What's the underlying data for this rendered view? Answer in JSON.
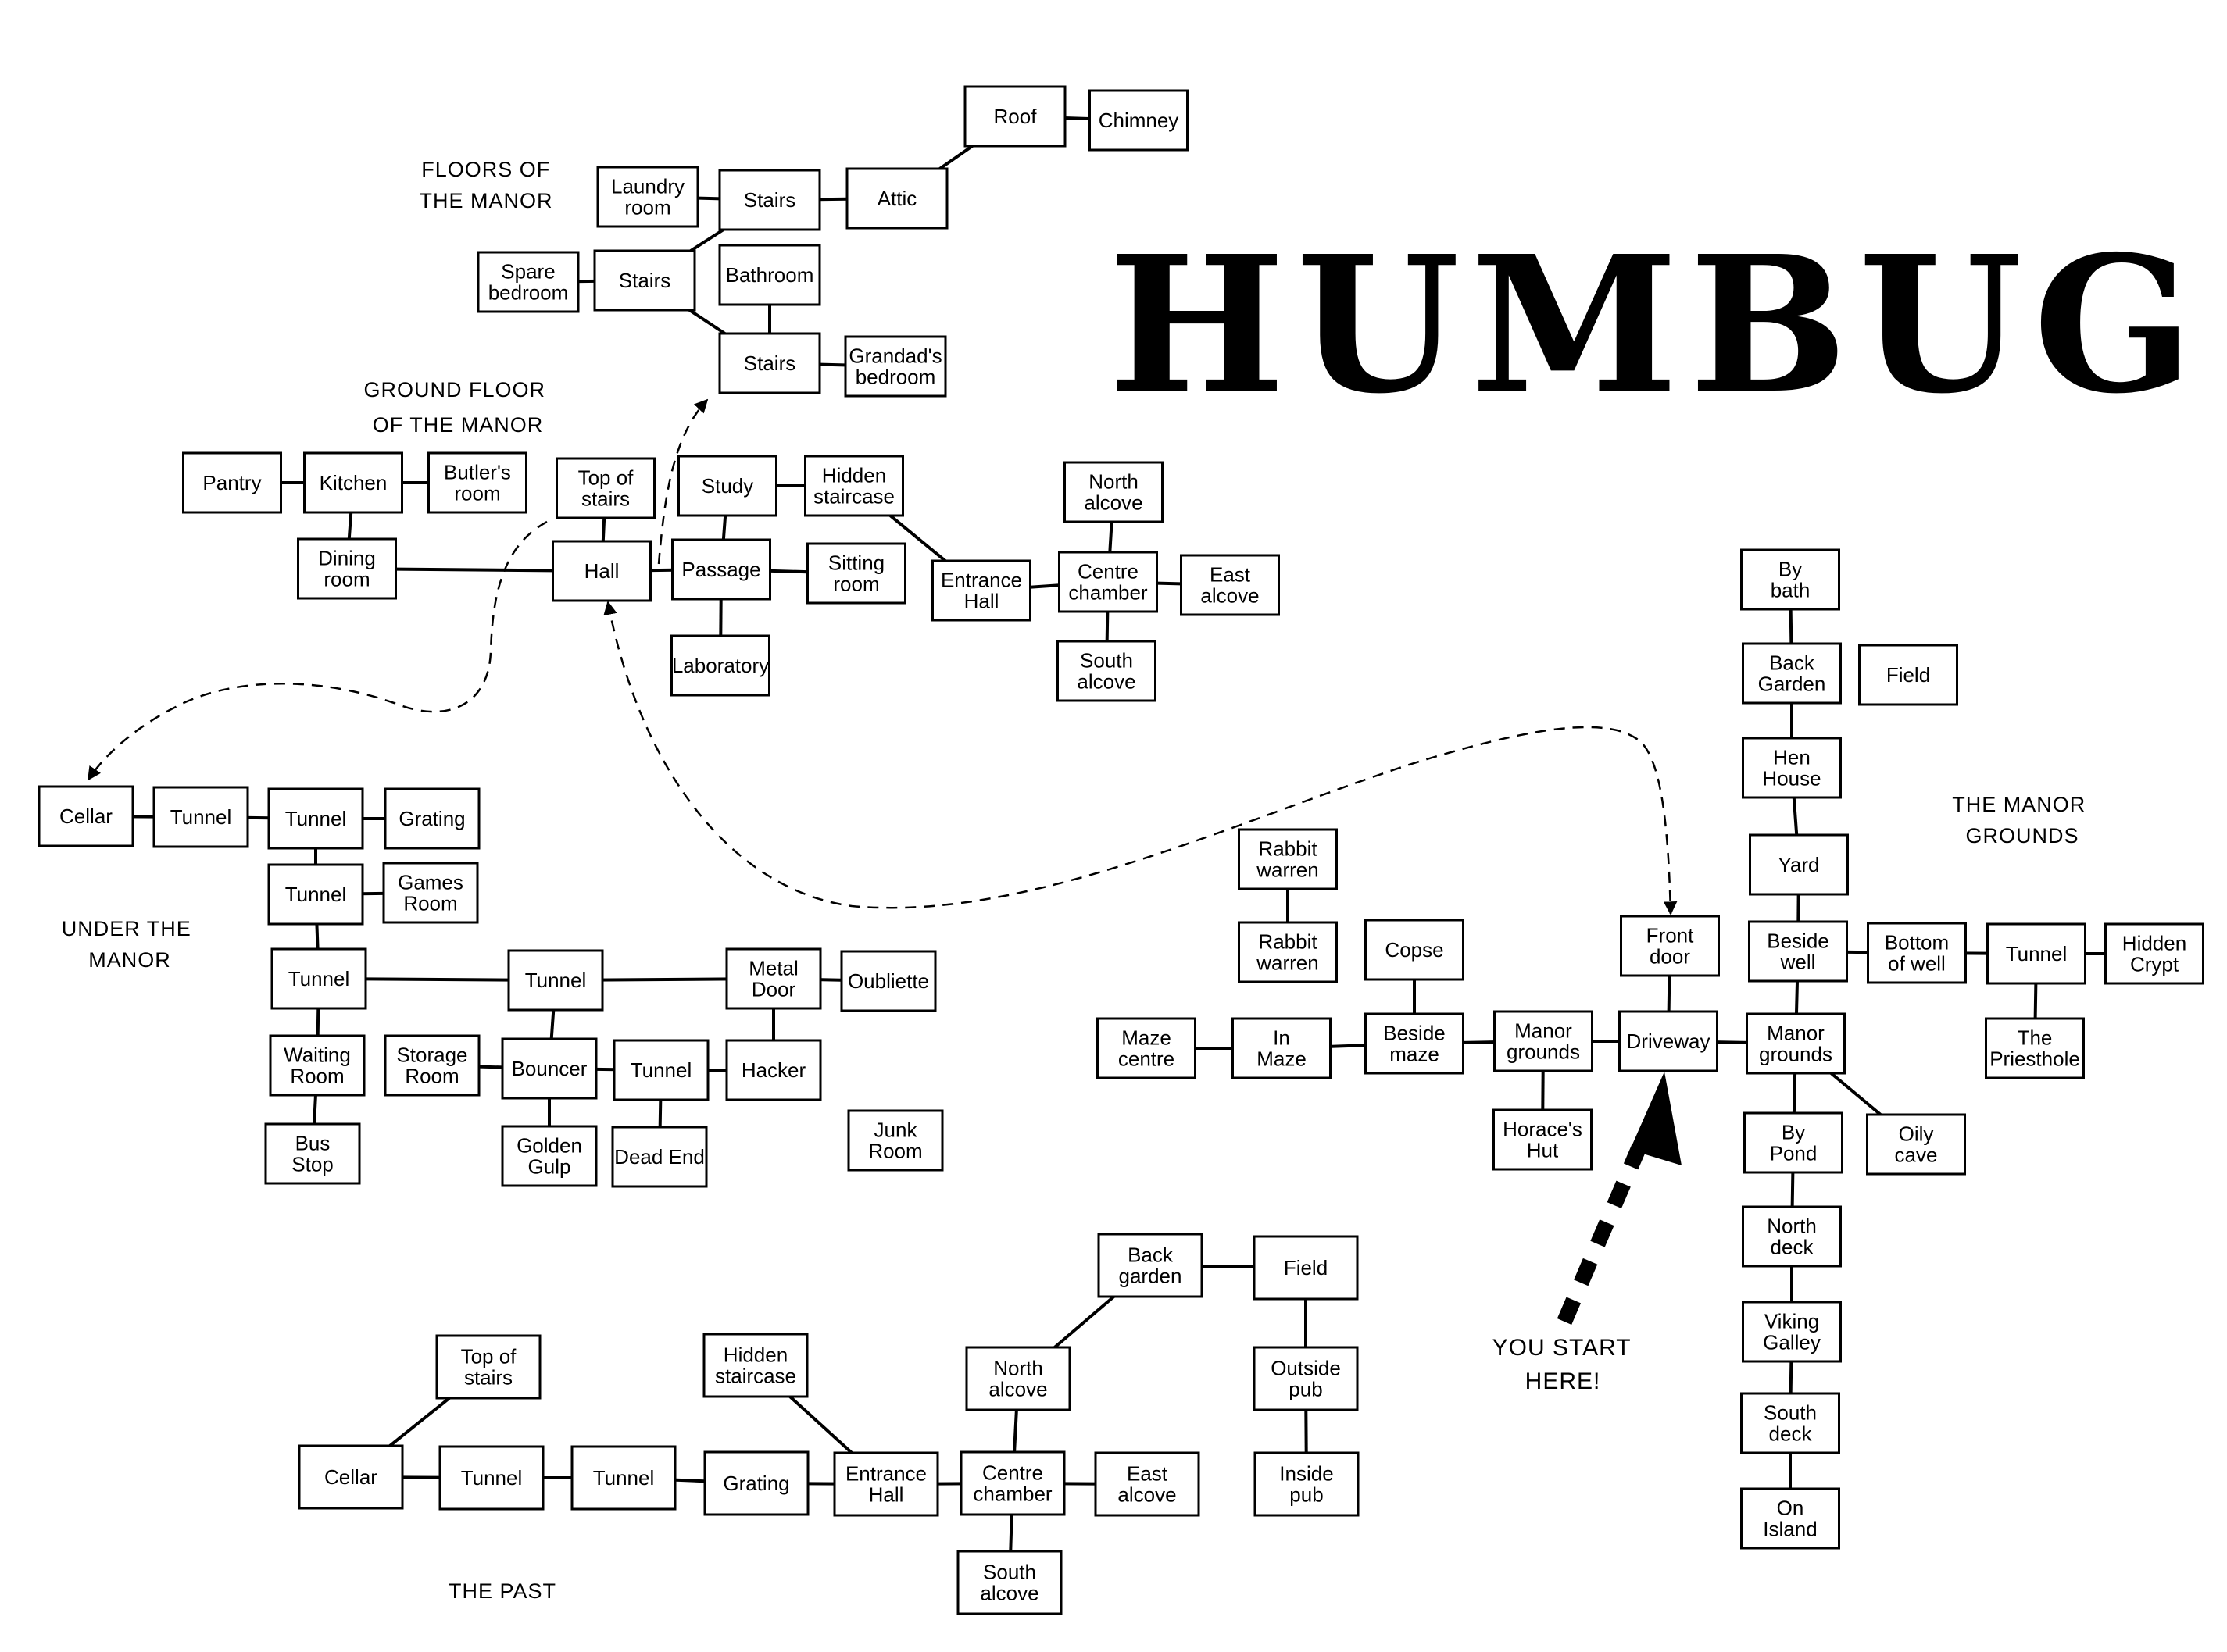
{
  "title": "HUMBUG",
  "regions": [
    {
      "id": "floors",
      "lines": [
        "FLOORS OF",
        "THE MANOR"
      ]
    },
    {
      "id": "ground",
      "lines": [
        "GROUND FLOOR",
        "OF THE MANOR"
      ]
    },
    {
      "id": "under",
      "lines": [
        "UNDER THE",
        "MANOR"
      ]
    },
    {
      "id": "grounds",
      "lines": [
        "THE MANOR",
        "GROUNDS"
      ]
    },
    {
      "id": "past",
      "lines": [
        "THE PAST"
      ]
    }
  ],
  "start_marker": [
    "YOU START",
    "HERE!"
  ],
  "rooms": [
    {
      "id": "roof",
      "lines": [
        "Roof"
      ]
    },
    {
      "id": "chimney",
      "lines": [
        "Chimney"
      ]
    },
    {
      "id": "laundry",
      "lines": [
        "Laundry",
        "room"
      ]
    },
    {
      "id": "stairs3",
      "lines": [
        "Stairs"
      ]
    },
    {
      "id": "attic",
      "lines": [
        "Attic"
      ]
    },
    {
      "id": "spare",
      "lines": [
        "Spare",
        "bedroom"
      ]
    },
    {
      "id": "stairs2",
      "lines": [
        "Stairs"
      ]
    },
    {
      "id": "bathroom",
      "lines": [
        "Bathroom"
      ]
    },
    {
      "id": "stairs1",
      "lines": [
        "Stairs"
      ]
    },
    {
      "id": "grandad",
      "lines": [
        "Grandad's",
        "bedroom"
      ]
    },
    {
      "id": "pantry",
      "lines": [
        "Pantry"
      ]
    },
    {
      "id": "kitchen",
      "lines": [
        "Kitchen"
      ]
    },
    {
      "id": "butler",
      "lines": [
        "Butler's",
        "room"
      ]
    },
    {
      "id": "topstairs",
      "lines": [
        "Top of",
        "stairs"
      ]
    },
    {
      "id": "study",
      "lines": [
        "Study"
      ]
    },
    {
      "id": "hidden",
      "lines": [
        "Hidden",
        "staircase"
      ]
    },
    {
      "id": "dining",
      "lines": [
        "Dining",
        "room"
      ]
    },
    {
      "id": "hall",
      "lines": [
        "Hall"
      ]
    },
    {
      "id": "passage",
      "lines": [
        "Passage"
      ]
    },
    {
      "id": "sitting",
      "lines": [
        "Sitting",
        "room"
      ]
    },
    {
      "id": "lab",
      "lines": [
        "Laboratory"
      ]
    },
    {
      "id": "entrance",
      "lines": [
        "Entrance",
        "Hall"
      ]
    },
    {
      "id": "north_alcove",
      "lines": [
        "North",
        "alcove"
      ]
    },
    {
      "id": "centre",
      "lines": [
        "Centre",
        "chamber"
      ]
    },
    {
      "id": "east_alcove",
      "lines": [
        "East",
        "alcove"
      ]
    },
    {
      "id": "south_alcove",
      "lines": [
        "South",
        "alcove"
      ]
    },
    {
      "id": "cellar",
      "lines": [
        "Cellar"
      ]
    },
    {
      "id": "tunnel_a",
      "lines": [
        "Tunnel"
      ]
    },
    {
      "id": "tunnel_b",
      "lines": [
        "Tunnel"
      ]
    },
    {
      "id": "grating",
      "lines": [
        "Grating"
      ]
    },
    {
      "id": "tunnel_c",
      "lines": [
        "Tunnel"
      ]
    },
    {
      "id": "games",
      "lines": [
        "Games",
        "Room"
      ]
    },
    {
      "id": "tunnel_d",
      "lines": [
        "Tunnel"
      ]
    },
    {
      "id": "tunnel_e",
      "lines": [
        "Tunnel"
      ]
    },
    {
      "id": "metal_door",
      "lines": [
        "Metal",
        "Door"
      ]
    },
    {
      "id": "oubliette",
      "lines": [
        "Oubliette"
      ]
    },
    {
      "id": "waiting",
      "lines": [
        "Waiting",
        "Room"
      ]
    },
    {
      "id": "storage",
      "lines": [
        "Storage",
        "Room"
      ]
    },
    {
      "id": "bouncer",
      "lines": [
        "Bouncer"
      ]
    },
    {
      "id": "tunnel_f",
      "lines": [
        "Tunnel"
      ]
    },
    {
      "id": "hacker",
      "lines": [
        "Hacker"
      ]
    },
    {
      "id": "bus_stop",
      "lines": [
        "Bus",
        "Stop"
      ]
    },
    {
      "id": "golden",
      "lines": [
        "Golden",
        "Gulp"
      ]
    },
    {
      "id": "dead_end",
      "lines": [
        "Dead End"
      ]
    },
    {
      "id": "junk",
      "lines": [
        "Junk",
        "Room"
      ]
    },
    {
      "id": "by_bath",
      "lines": [
        "By",
        "bath"
      ]
    },
    {
      "id": "back_garden",
      "lines": [
        "Back",
        "Garden"
      ]
    },
    {
      "id": "field",
      "lines": [
        "Field"
      ]
    },
    {
      "id": "hen_house",
      "lines": [
        "Hen",
        "House"
      ]
    },
    {
      "id": "yard",
      "lines": [
        "Yard"
      ]
    },
    {
      "id": "rabbit1",
      "lines": [
        "Rabbit",
        "warren"
      ]
    },
    {
      "id": "rabbit2",
      "lines": [
        "Rabbit",
        "warren"
      ]
    },
    {
      "id": "copse",
      "lines": [
        "Copse"
      ]
    },
    {
      "id": "front_door",
      "lines": [
        "Front",
        "door"
      ]
    },
    {
      "id": "beside_well",
      "lines": [
        "Beside",
        "well"
      ]
    },
    {
      "id": "bottom_well",
      "lines": [
        "Bottom",
        "of well"
      ]
    },
    {
      "id": "tunnel_g",
      "lines": [
        "Tunnel"
      ]
    },
    {
      "id": "hidden_crypt",
      "lines": [
        "Hidden",
        "Crypt"
      ]
    },
    {
      "id": "maze_centre",
      "lines": [
        "Maze",
        "centre"
      ]
    },
    {
      "id": "in_maze",
      "lines": [
        "In",
        "Maze"
      ]
    },
    {
      "id": "beside_maze",
      "lines": [
        "Beside",
        "maze"
      ]
    },
    {
      "id": "manor_grounds1",
      "lines": [
        "Manor",
        "grounds"
      ]
    },
    {
      "id": "driveway",
      "lines": [
        "Driveway"
      ]
    },
    {
      "id": "manor_grounds2",
      "lines": [
        "Manor",
        "grounds"
      ]
    },
    {
      "id": "priesthole",
      "lines": [
        "The",
        "Priesthole"
      ]
    },
    {
      "id": "horace",
      "lines": [
        "Horace's",
        "Hut"
      ]
    },
    {
      "id": "by_pond",
      "lines": [
        "By",
        "Pond"
      ]
    },
    {
      "id": "oily_cave",
      "lines": [
        "Oily",
        "cave"
      ]
    },
    {
      "id": "north_deck",
      "lines": [
        "North",
        "deck"
      ]
    },
    {
      "id": "viking",
      "lines": [
        "Viking",
        "Galley"
      ]
    },
    {
      "id": "south_deck",
      "lines": [
        "South",
        "deck"
      ]
    },
    {
      "id": "island",
      "lines": [
        "On",
        "Island"
      ]
    },
    {
      "id": "p_back_garden",
      "lines": [
        "Back",
        "garden"
      ]
    },
    {
      "id": "p_field",
      "lines": [
        "Field"
      ]
    },
    {
      "id": "p_top_stairs",
      "lines": [
        "Top of",
        "stairs"
      ]
    },
    {
      "id": "p_hidden",
      "lines": [
        "Hidden",
        "staircase"
      ]
    },
    {
      "id": "p_north_alcove",
      "lines": [
        "North",
        "alcove"
      ]
    },
    {
      "id": "p_outside_pub",
      "lines": [
        "Outside",
        "pub"
      ]
    },
    {
      "id": "p_cellar",
      "lines": [
        "Cellar"
      ]
    },
    {
      "id": "p_tunnel1",
      "lines": [
        "Tunnel"
      ]
    },
    {
      "id": "p_tunnel2",
      "lines": [
        "Tunnel"
      ]
    },
    {
      "id": "p_grating",
      "lines": [
        "Grating"
      ]
    },
    {
      "id": "p_entrance",
      "lines": [
        "Entrance",
        "Hall"
      ]
    },
    {
      "id": "p_centre",
      "lines": [
        "Centre",
        "chamber"
      ]
    },
    {
      "id": "p_east_alcove",
      "lines": [
        "East",
        "alcove"
      ]
    },
    {
      "id": "p_inside_pub",
      "lines": [
        "Inside",
        "pub"
      ]
    },
    {
      "id": "p_south_alcove",
      "lines": [
        "South",
        "alcove"
      ]
    }
  ],
  "links": [
    [
      "roof",
      "chimney"
    ],
    [
      "laundry",
      "stairs3"
    ],
    [
      "stairs3",
      "attic"
    ],
    [
      "attic",
      "roof"
    ],
    [
      "spare",
      "stairs2"
    ],
    [
      "stairs2",
      "stairs3"
    ],
    [
      "bathroom",
      "stairs1"
    ],
    [
      "stairs2",
      "stairs1"
    ],
    [
      "stairs1",
      "grandad"
    ],
    [
      "pantry",
      "kitchen"
    ],
    [
      "kitchen",
      "butler"
    ],
    [
      "kitchen",
      "dining"
    ],
    [
      "dining",
      "hall"
    ],
    [
      "topstairs",
      "hall"
    ],
    [
      "hall",
      "passage"
    ],
    [
      "study",
      "hidden"
    ],
    [
      "study",
      "passage"
    ],
    [
      "passage",
      "sitting"
    ],
    [
      "passage",
      "lab"
    ],
    [
      "hidden",
      "entrance"
    ],
    [
      "entrance",
      "centre"
    ],
    [
      "north_alcove",
      "centre"
    ],
    [
      "centre",
      "east_alcove"
    ],
    [
      "centre",
      "south_alcove"
    ],
    [
      "cellar",
      "tunnel_a"
    ],
    [
      "tunnel_a",
      "tunnel_b"
    ],
    [
      "tunnel_b",
      "grating"
    ],
    [
      "tunnel_b",
      "tunnel_c"
    ],
    [
      "tunnel_c",
      "games"
    ],
    [
      "tunnel_c",
      "tunnel_d"
    ],
    [
      "tunnel_d",
      "tunnel_e"
    ],
    [
      "tunnel_e",
      "metal_door"
    ],
    [
      "metal_door",
      "oubliette"
    ],
    [
      "tunnel_d",
      "waiting"
    ],
    [
      "waiting",
      "bus_stop"
    ],
    [
      "storage",
      "bouncer"
    ],
    [
      "tunnel_e",
      "bouncer"
    ],
    [
      "bouncer",
      "golden"
    ],
    [
      "bouncer",
      "tunnel_f"
    ],
    [
      "tunnel_f",
      "dead_end"
    ],
    [
      "tunnel_f",
      "hacker"
    ],
    [
      "metal_door",
      "hacker"
    ],
    [
      "by_bath",
      "back_garden"
    ],
    [
      "back_garden",
      "hen_house"
    ],
    [
      "hen_house",
      "yard"
    ],
    [
      "yard",
      "beside_well"
    ],
    [
      "beside_well",
      "bottom_well"
    ],
    [
      "bottom_well",
      "tunnel_g"
    ],
    [
      "tunnel_g",
      "hidden_crypt"
    ],
    [
      "tunnel_g",
      "priesthole"
    ],
    [
      "beside_well",
      "manor_grounds2"
    ],
    [
      "rabbit1",
      "rabbit2"
    ],
    [
      "beside_maze",
      "copse"
    ],
    [
      "maze_centre",
      "in_maze"
    ],
    [
      "in_maze",
      "beside_maze"
    ],
    [
      "beside_maze",
      "manor_grounds1"
    ],
    [
      "manor_grounds1",
      "driveway"
    ],
    [
      "driveway",
      "manor_grounds2"
    ],
    [
      "front_door",
      "driveway"
    ],
    [
      "manor_grounds1",
      "horace"
    ],
    [
      "manor_grounds2",
      "by_pond"
    ],
    [
      "manor_grounds2",
      "oily_cave"
    ],
    [
      "by_pond",
      "north_deck"
    ],
    [
      "north_deck",
      "viking"
    ],
    [
      "viking",
      "south_deck"
    ],
    [
      "south_deck",
      "island"
    ],
    [
      "p_cellar",
      "p_top_stairs"
    ],
    [
      "p_cellar",
      "p_tunnel1"
    ],
    [
      "p_tunnel1",
      "p_tunnel2"
    ],
    [
      "p_tunnel2",
      "p_grating"
    ],
    [
      "p_grating",
      "p_entrance"
    ],
    [
      "p_hidden",
      "p_entrance"
    ],
    [
      "p_entrance",
      "p_centre"
    ],
    [
      "p_centre",
      "p_north_alcove"
    ],
    [
      "p_north_alcove",
      "p_back_garden"
    ],
    [
      "p_back_garden",
      "p_field"
    ],
    [
      "p_field",
      "p_outside_pub"
    ],
    [
      "p_outside_pub",
      "p_inside_pub"
    ],
    [
      "p_centre",
      "p_east_alcove"
    ],
    [
      "p_centre",
      "p_south_alcove"
    ]
  ]
}
